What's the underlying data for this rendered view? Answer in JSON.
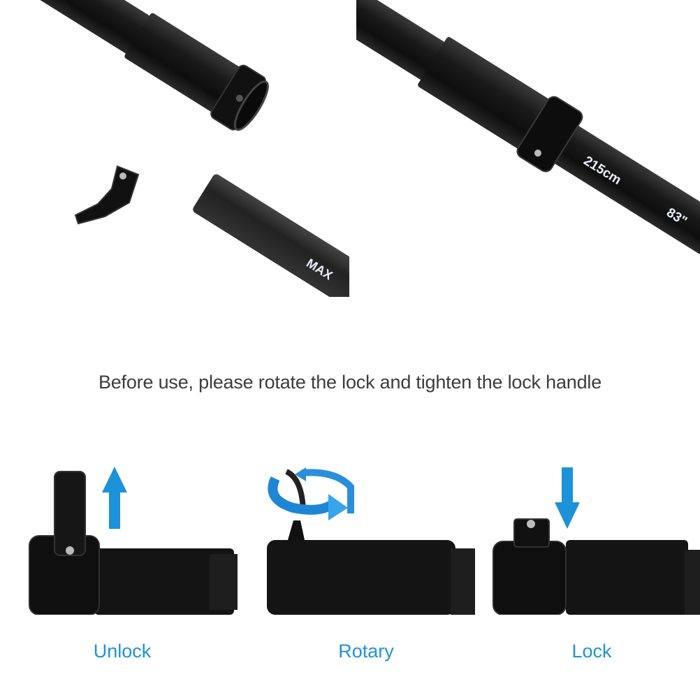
{
  "top_left": {
    "description": "Telescoping pole separated at flip-lock clamp, lever open",
    "tube_marking": "MAX"
  },
  "top_right": {
    "description": "Telescoping pole assembled with flip-lock clamp closed",
    "tube_marking_cm": "215cm",
    "tube_marking_in": "83\""
  },
  "caption": "Before use, please rotate the lock and tighten the lock handle",
  "steps": [
    {
      "label": "Unlock",
      "indicator": "arrow-up"
    },
    {
      "label": "Rotary",
      "indicator": "rotate-circular-arrow"
    },
    {
      "label": "Lock",
      "indicator": "arrow-down"
    }
  ],
  "colors": {
    "accent": "#1c92d8",
    "caption_text": "#3c3c3c",
    "pole": "#1a1a1a",
    "background": "#ffffff"
  }
}
